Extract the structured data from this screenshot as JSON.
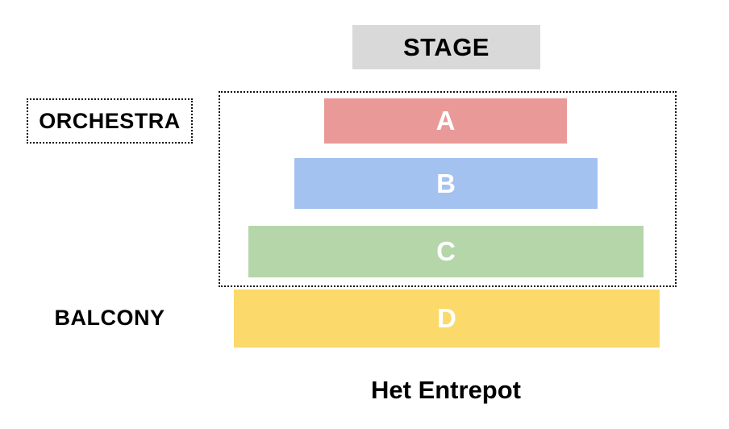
{
  "venue": {
    "title": "Het Entrepot"
  },
  "stage": {
    "label": "STAGE",
    "color": "#d9d9d9"
  },
  "zones": {
    "orchestra": {
      "label": "ORCHESTRA"
    },
    "balcony": {
      "label": "BALCONY"
    }
  },
  "sections": [
    {
      "label": "A",
      "color": "#ea9999",
      "zone": "ORCHESTRA"
    },
    {
      "label": "B",
      "color": "#a4c2f0",
      "zone": "ORCHESTRA"
    },
    {
      "label": "C",
      "color": "#b4d6a9",
      "zone": "ORCHESTRA"
    },
    {
      "label": "D",
      "color": "#fbd96a",
      "zone": "BALCONY"
    }
  ]
}
